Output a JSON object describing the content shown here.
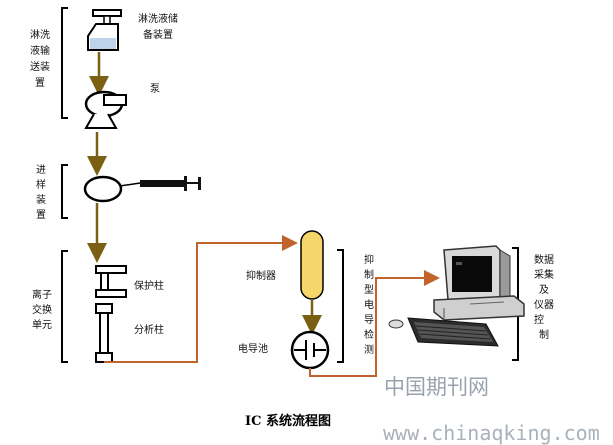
{
  "groups": {
    "eluent": [
      "淋",
      "洗",
      "液",
      "输",
      "送",
      "装",
      "置"
    ],
    "injection": [
      "进",
      "样",
      "装",
      "置"
    ],
    "ion_exchange": [
      "离子",
      "交换",
      "单元"
    ],
    "suppressed_conductivity": [
      "抑",
      "制",
      "型",
      "电",
      "导",
      "检",
      "测"
    ],
    "data_system": [
      "数",
      "据",
      "采",
      "集",
      "及",
      "仪",
      "器",
      "控",
      "制"
    ]
  },
  "labels": {
    "reservoir": [
      "淋洗液储",
      "备装置"
    ],
    "pump": "泵",
    "guard_column": "保护柱",
    "analytical_column": "分析柱",
    "suppressor": "抑制器",
    "conductivity_cell": "电导池"
  },
  "caption": "IC 系统流程图",
  "watermark": {
    "text": "中国期刊网",
    "url": "www.chinaqking.com"
  },
  "colors": {
    "flow_arrow": "#7a6012",
    "tubing": "#c0642c",
    "suppressor_fill": "#f6d66a",
    "liquid": "#bcd3ea"
  }
}
